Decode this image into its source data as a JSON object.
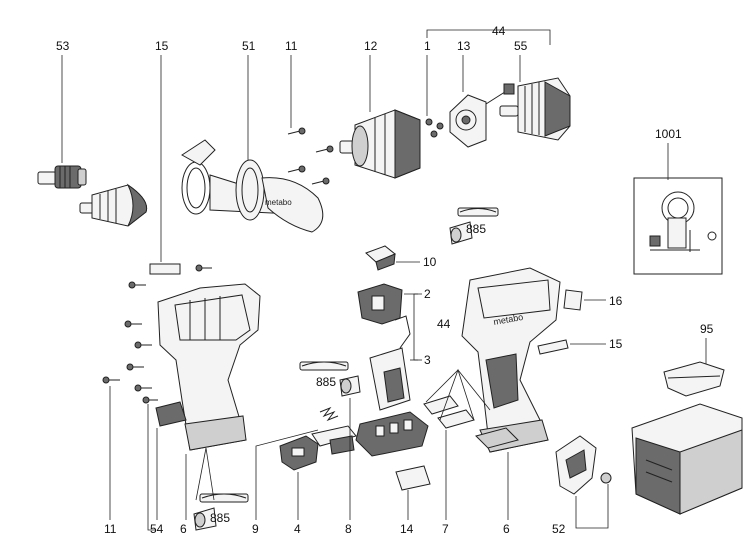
{
  "callouts": {
    "c53": "53",
    "c15a": "15",
    "c51": "51",
    "c11a": "11",
    "c12": "12",
    "c1": "1",
    "c13": "13",
    "c55": "55",
    "c44a": "44",
    "c1001": "1001",
    "c10": "10",
    "c885a": "885",
    "c2": "2",
    "c44b": "44",
    "c3": "3",
    "c16": "16",
    "c15b": "15",
    "c95": "95",
    "c885b": "885",
    "c11b": "11",
    "c54": "54",
    "c6a": "6",
    "c885c": "885",
    "c9": "9",
    "c4": "4",
    "c8": "8",
    "c14": "14",
    "c7": "7",
    "c6b": "6",
    "c52": "52"
  },
  "brand_mark": "metabo"
}
